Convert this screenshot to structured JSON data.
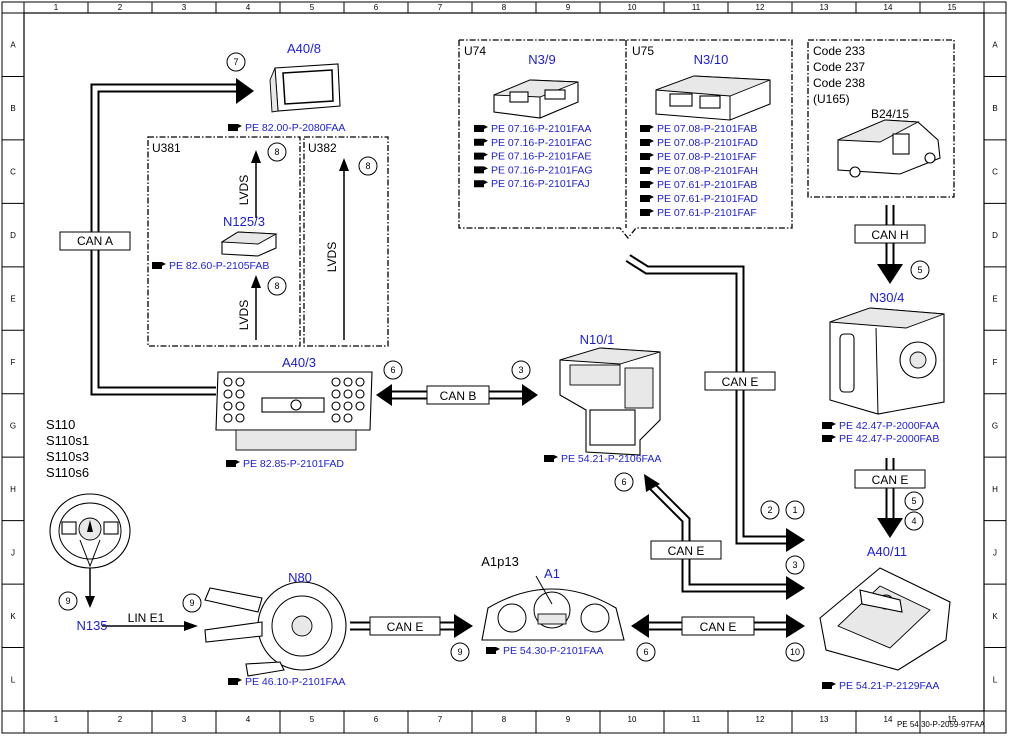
{
  "frame": {
    "col_labels": [
      "1",
      "2",
      "3",
      "4",
      "5",
      "6",
      "7",
      "8",
      "9",
      "10",
      "11",
      "12",
      "13",
      "14",
      "15"
    ],
    "row_labels": [
      "A",
      "B",
      "C",
      "D",
      "E",
      "F",
      "G",
      "H",
      "J",
      "K",
      "L"
    ],
    "footer_code": "PE 54.30-P-2059-97FAA"
  },
  "groups": {
    "u74": "U74",
    "u75": "U75",
    "u381": "U381",
    "u382": "U382",
    "codes": [
      "Code 233",
      "Code 237",
      "Code 238",
      "(U165)"
    ]
  },
  "components": {
    "a40_8": {
      "name": "A40/8",
      "refs": [
        "PE 82.00-P-2080FAA"
      ]
    },
    "n3_9": {
      "name": "N3/9",
      "refs": [
        "PE 07.16-P-2101FAA",
        "PE 07.16-P-2101FAC",
        "PE 07.16-P-2101FAE",
        "PE 07.16-P-2101FAG",
        "PE 07.16-P-2101FAJ"
      ]
    },
    "n3_10": {
      "name": "N3/10",
      "refs": [
        "PE 07.08-P-2101FAB",
        "PE 07.08-P-2101FAD",
        "PE 07.08-P-2101FAF",
        "PE 07.08-P-2101FAH",
        "PE 07.61-P-2101FAB",
        "PE 07.61-P-2101FAD",
        "PE 07.61-P-2101FAF"
      ]
    },
    "b24_15": {
      "name": "B24/15"
    },
    "n125_3": {
      "name": "N125/3",
      "refs": [
        "PE 82.60-P-2105FAB"
      ]
    },
    "a40_3": {
      "name": "A40/3",
      "refs": [
        "PE 82.85-P-2101FAD"
      ]
    },
    "n10_1": {
      "name": "N10/1",
      "refs": [
        "PE 54.21-P-2106FAA"
      ]
    },
    "n30_4": {
      "name": "N30/4",
      "refs": [
        "PE 42.47-P-2000FAA",
        "PE 42.47-P-2000FAB"
      ]
    },
    "a40_11": {
      "name": "A40/11",
      "refs": [
        "PE 54.21-P-2129FAA"
      ]
    },
    "s110": {
      "names": [
        "S110",
        "S110s1",
        "S110s3",
        "S110s6"
      ]
    },
    "n135": {
      "name": "N135"
    },
    "n80": {
      "name": "N80",
      "refs": [
        "PE 46.10-P-2101FAA"
      ]
    },
    "a1": {
      "name": "A1",
      "sub": "A1p13",
      "refs": [
        "PE 54.30-P-2101FAA"
      ]
    }
  },
  "buses": {
    "can_a": "CAN A",
    "can_b": "CAN B",
    "can_e_right": "CAN E",
    "can_e_mid": "CAN E",
    "can_e_left": "CAN E",
    "can_e_bottom": "CAN E",
    "can_e_n30": "CAN E",
    "can_h": "CAN H",
    "lin_e1": "LIN E1",
    "lvds_1": "LVDS",
    "lvds_2": "LVDS",
    "lvds_3": "LVDS"
  },
  "markers": {
    "m7": "7",
    "m8a": "8",
    "m8b": "8",
    "m8c": "8",
    "m6a": "6",
    "m3a": "3",
    "m6b": "6",
    "m2": "2",
    "m1": "1",
    "m3b": "3",
    "m5a": "5",
    "m5b": "5",
    "m4": "4",
    "m9a": "9",
    "m9b": "9",
    "m9c": "9",
    "m6c": "6",
    "m10": "10"
  },
  "colors": {
    "component_label": "#1c1cd8",
    "lines": "#000000"
  }
}
